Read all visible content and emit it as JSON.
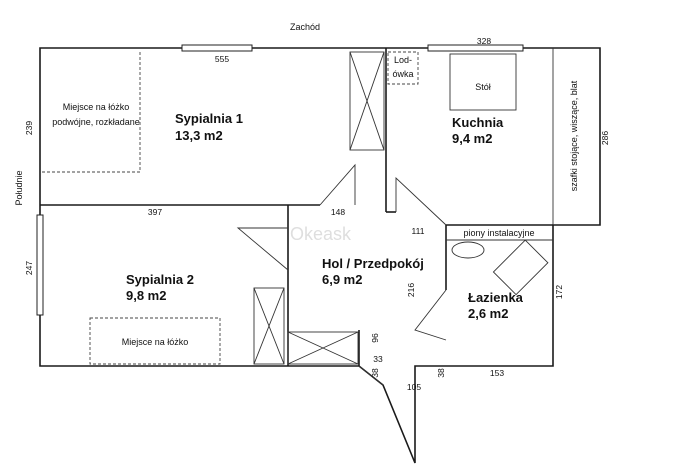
{
  "directions": {
    "west": "Zachód",
    "south": "Południe"
  },
  "watermark": "Okeask",
  "rooms": {
    "bedroom1": {
      "name": "Sypialnia 1",
      "area": "13,3 m2"
    },
    "kitchen": {
      "name": "Kuchnia",
      "area": "9,4 m2"
    },
    "bedroom2": {
      "name": "Sypialnia 2",
      "area": "9,8 m2"
    },
    "hall": {
      "name": "Hol / Przedpokój",
      "area": "6,9 m2"
    },
    "bathroom": {
      "name": "Łazienka",
      "area": "2,6 m2"
    }
  },
  "furniture": {
    "double_bed_line1": "Miejsce na łóżko",
    "double_bed_line2": "podwójne, rozkładane",
    "fridge_line1": "Lod-",
    "fridge_line2": "ówka",
    "table": "Stół",
    "cabinets": "szafki stojące, wiszące, blat",
    "single_bed": "Miejsce na łóżko",
    "risers": "piony instalacyjne"
  },
  "dimensions": {
    "d555": "555",
    "d328": "328",
    "d239": "239",
    "d286": "286",
    "d397": "397",
    "d148": "148",
    "d111": "111",
    "d247": "247",
    "d216": "216",
    "d172": "172",
    "d96": "96",
    "d33": "33",
    "d38a": "38",
    "d105": "105",
    "d38b": "38",
    "d153": "153"
  }
}
